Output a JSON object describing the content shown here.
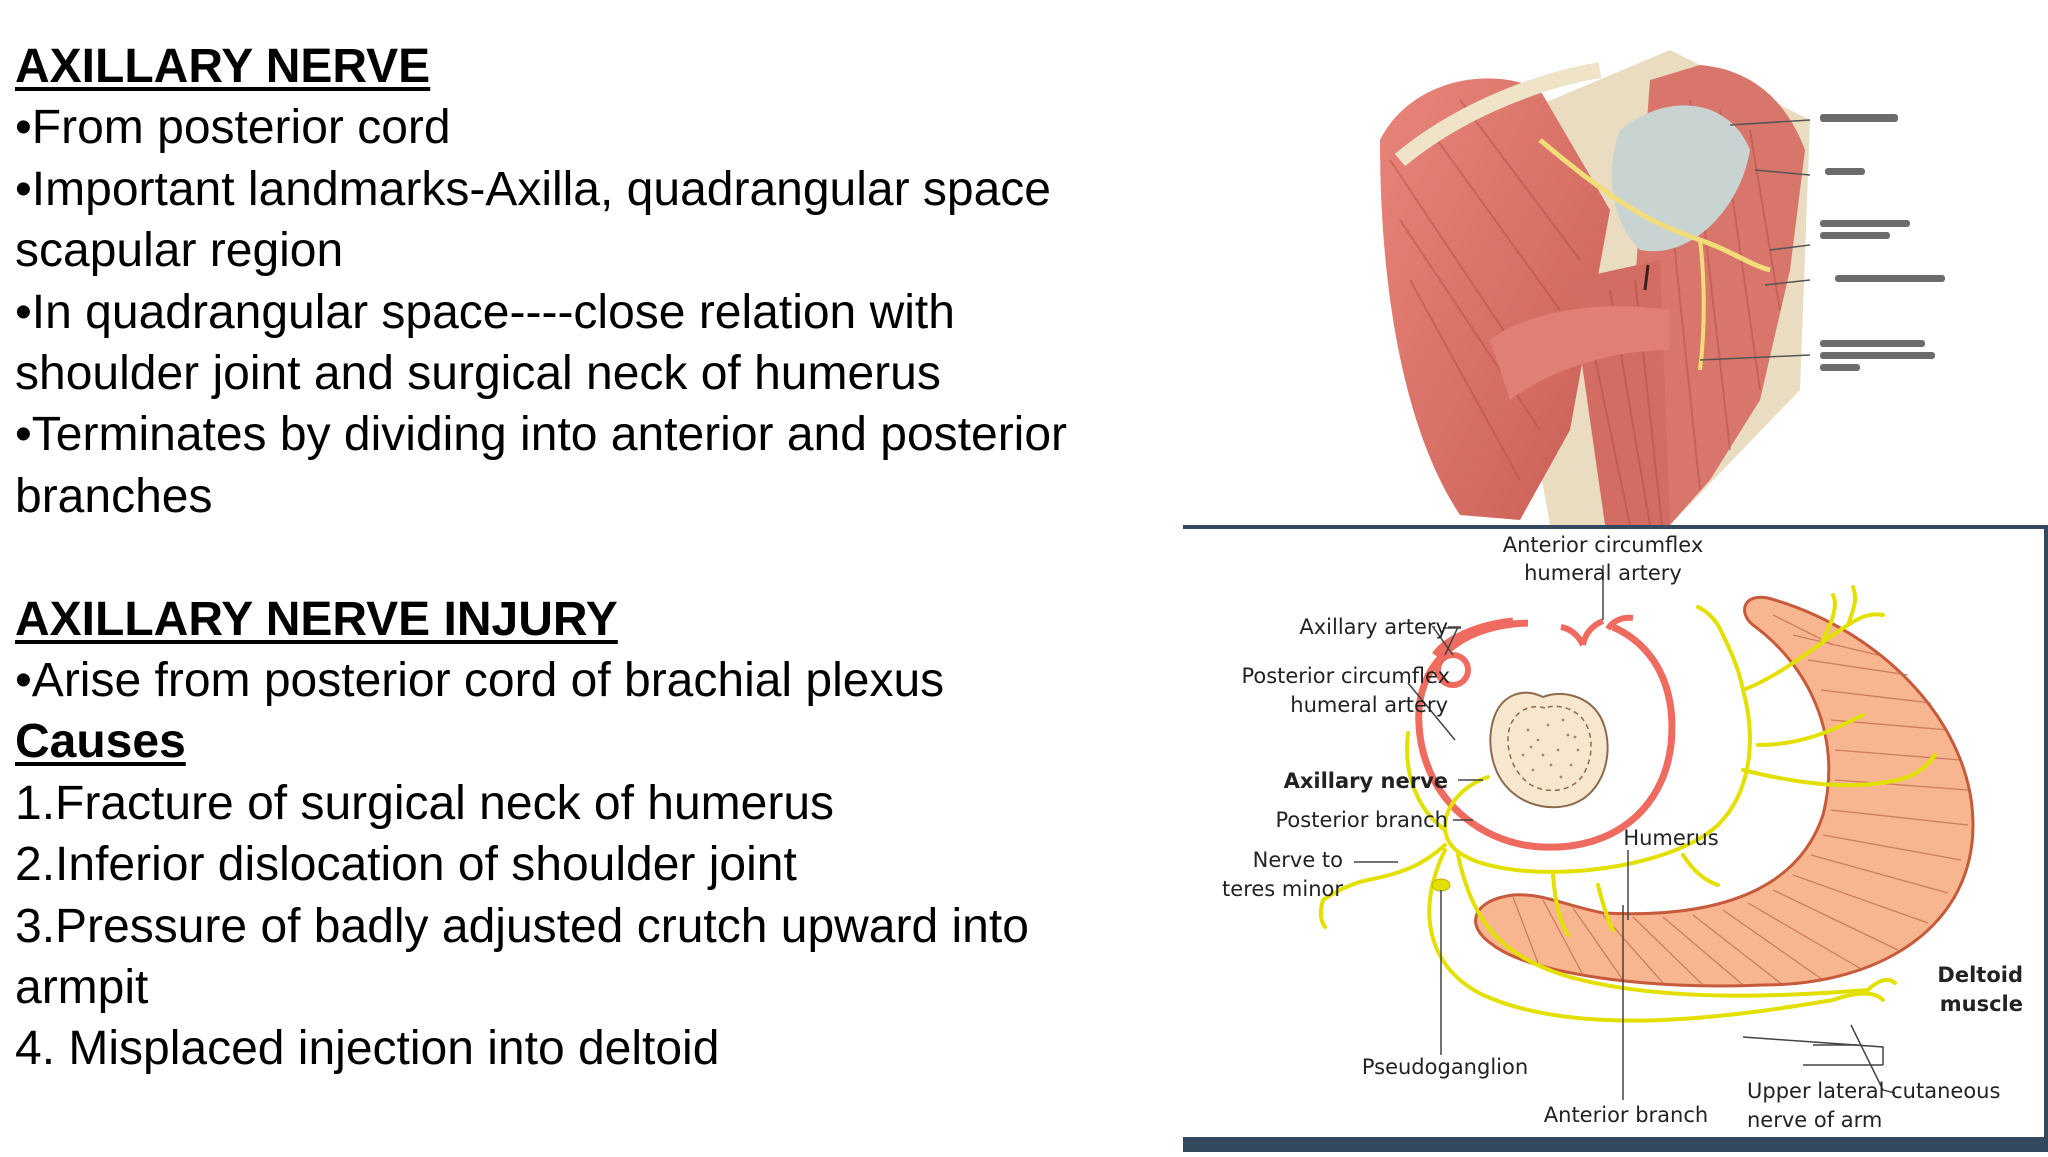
{
  "text_block": {
    "heading1": "AXILLARY NERVE",
    "nerve_points": [
      "•From posterior cord",
      "•Important landmarks-Axilla, quadrangular space",
      "scapular region",
      "•In quadrangular space----close relation with",
      "shoulder joint and surgical neck of humerus",
      "•Terminates by dividing into anterior and posterior",
      "branches"
    ],
    "heading2": "AXILLARY NERVE INJURY",
    "injury_point": "•Arise from posterior cord of brachial plexus",
    "causes_heading": "Causes",
    "causes": [
      "1.Fracture of surgical neck of humerus",
      "2.Inferior dislocation of shoulder joint",
      "3.Pressure of badly adjusted crutch upward into",
      "armpit",
      "4. Misplaced injection into deltoid"
    ]
  },
  "diagram": {
    "labels": {
      "ant_circ_1": "Anterior circumflex",
      "ant_circ_2": "humeral artery",
      "axillary_artery": "Axillary artery",
      "post_circ_1": "Posterior circumflex",
      "post_circ_2": "humeral artery",
      "axillary_nerve": "Axillary nerve",
      "posterior_branch": "Posterior branch",
      "nerve_to_1": "Nerve to",
      "nerve_to_2": "teres minor",
      "humerus": "Humerus",
      "deltoid_1": "Deltoid",
      "deltoid_2": "muscle",
      "pseudoganglion": "Pseudoganglion",
      "anterior_branch": "Anterior branch",
      "upper_lat_1": "Upper lateral cutaneous",
      "upper_lat_2": "nerve of arm"
    },
    "colors": {
      "artery": "#ef6a5f",
      "nerve": "#e3e000",
      "muscle_fill": "#f7b68f",
      "muscle_stroke": "#c75a3a",
      "frame": "#34495e"
    }
  }
}
